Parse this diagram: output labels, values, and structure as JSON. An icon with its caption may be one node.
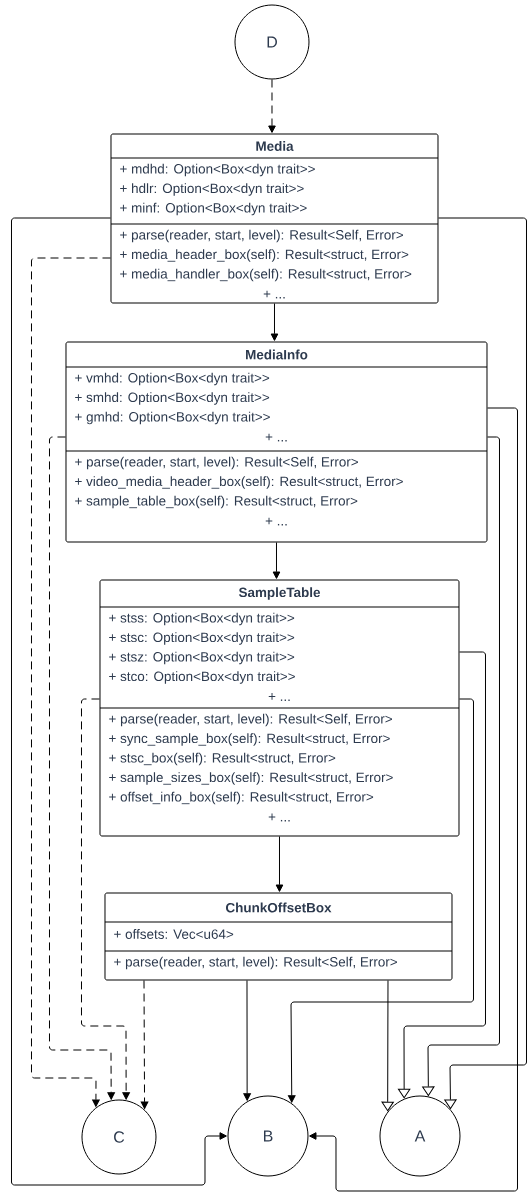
{
  "diagram": {
    "nodes": [
      {
        "text": [
          "D"
        ]
      },
      {
        "text": [
          "Media",
          "+ mdhd: Option<Box<dyn trait>>",
          "+ hdlr: Option<Box<dyn trait>>",
          "+ minf: Option<Box<dyn trait>>",
          "+ parse(reader, start, level): Result<Self, Error>",
          "+ media_header_box(self): Result<struct, Error>",
          "+ media_handler_box(self): Result<struct, Error>",
          "+ ..."
        ]
      },
      {
        "text": [
          "MediaInfo",
          "+ vmhd: Option<Box<dyn trait>>",
          "+ smhd: Option<Box<dyn trait>>",
          "+ gmhd: Option<Box<dyn trait>>",
          "+ ...",
          "+ parse(reader, start, level): Result<Self, Error>",
          "+ video_media_header_box(self): Result<struct, Error>",
          "+ sample_table_box(self): Result<struct, Error>",
          "+ ..."
        ]
      },
      {
        "text": [
          "SampleTable",
          "+ stss: Option<Box<dyn trait>>",
          "+ stsc: Option<Box<dyn trait>>",
          "+ stsz: Option<Box<dyn trait>>",
          "+ stco: Option<Box<dyn trait>>",
          "+ ...",
          "+ parse(reader, start, level): Result<Self, Error>",
          "+ sync_sample_box(self): Result<struct, Error>",
          "+ stsc_box(self): Result<struct, Error>",
          "+ sample_sizes_box(self): Result<struct, Error>",
          "+ offset_info_box(self): Result<struct, Error>",
          "+ ..."
        ]
      },
      {
        "text": [
          "ChunkOffsetBox",
          "+ offsets: Vec<u64>",
          "+ parse(reader, start, level): Result<Self, Error>"
        ]
      },
      {
        "text": [
          "C"
        ]
      },
      {
        "text": [
          "B"
        ]
      },
      {
        "text": [
          "A"
        ]
      }
    ],
    "edges": [
      {
        "from": 0,
        "to": 1,
        "arrow": "to",
        "style": "dashed"
      },
      {
        "from": 1,
        "to": 2,
        "arrow": "to"
      },
      {
        "from": 2,
        "to": 3,
        "arrow": "to"
      },
      {
        "from": 3,
        "to": 4,
        "arrow": "to"
      },
      {
        "from": 1,
        "to": 5,
        "arrow": "to",
        "style": "dashed"
      },
      {
        "from": 2,
        "to": 5,
        "arrow": "to",
        "style": "dashed"
      },
      {
        "from": 3,
        "to": 5,
        "arrow": "to",
        "style": "dashed"
      },
      {
        "from": 4,
        "to": 5,
        "arrow": "to",
        "style": "dashed"
      },
      {
        "from": 1,
        "to": 6,
        "arrow": "to"
      },
      {
        "from": 4,
        "to": 6,
        "arrow": "to"
      },
      {
        "from": 3,
        "to": 6,
        "arrow": "to"
      },
      {
        "from": 2,
        "to": 6,
        "arrow": "to"
      },
      {
        "from": 4,
        "to": 7,
        "arrow": "to"
      },
      {
        "from": 3,
        "to": 7,
        "arrow": "to"
      },
      {
        "from": 2,
        "to": 7,
        "arrow": "to"
      },
      {
        "from": 1,
        "to": 7,
        "arrow": "to"
      }
    ]
  }
}
